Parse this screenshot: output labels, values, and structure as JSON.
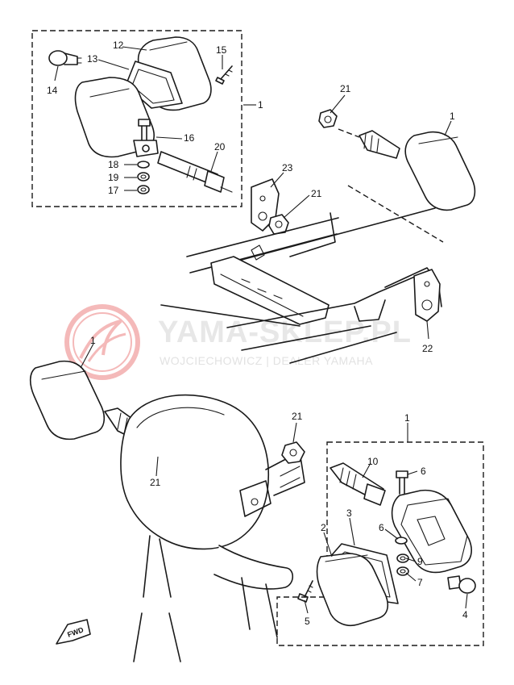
{
  "watermark": {
    "title": "YAMA-SKLEP.PL",
    "subtitle": "WOJCIECHOWICZ | DEALER YAMAHA",
    "color": "#e23a3a"
  },
  "direction_label": "FWD",
  "part_labels": {
    "p1_top": "1",
    "p1_right": "1",
    "p1_left": "1",
    "p1_bottom": "1",
    "p2": "2",
    "p3": "3",
    "p4": "4",
    "p5": "5",
    "p6a": "6",
    "p6b": "6",
    "p7": "7",
    "p9": "9",
    "p10": "10",
    "p12": "12",
    "p13": "13",
    "p14": "14",
    "p15": "15",
    "p16": "16",
    "p17": "17",
    "p18": "18",
    "p19": "19",
    "p20": "20",
    "p21a": "21",
    "p21b": "21",
    "p21c": "21",
    "p21d": "21",
    "p22": "22",
    "p23": "23"
  }
}
